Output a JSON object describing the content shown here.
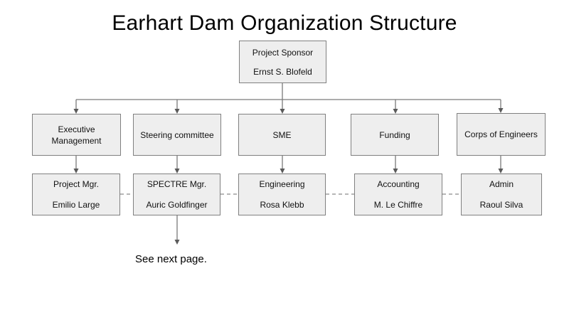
{
  "title": "Earhart Dam Organization Structure",
  "colors": {
    "box_fill": "#eeeeee",
    "box_border": "#808080",
    "connector_line": "#7a7a7a",
    "text": "#000000"
  },
  "org": {
    "sponsor": {
      "role": "Project Sponsor",
      "name": "Ernst S. Blofeld"
    },
    "departments": [
      {
        "label": "Executive\nManagement"
      },
      {
        "label": "Steering committee"
      },
      {
        "label": "SME"
      },
      {
        "label": "Funding"
      },
      {
        "label": "Corps of Engineers"
      }
    ],
    "staff": [
      {
        "role": "Project Mgr.",
        "name": "Emilio Large"
      },
      {
        "role": "SPECTRE Mgr.",
        "name": "Auric Goldfinger"
      },
      {
        "role": "Engineering",
        "name": "Rosa Klebb"
      },
      {
        "role": "Accounting",
        "name": "M. Le Chiffre"
      },
      {
        "role": "Admin",
        "name": "Raoul Silva"
      }
    ],
    "footnote": "See next page."
  }
}
